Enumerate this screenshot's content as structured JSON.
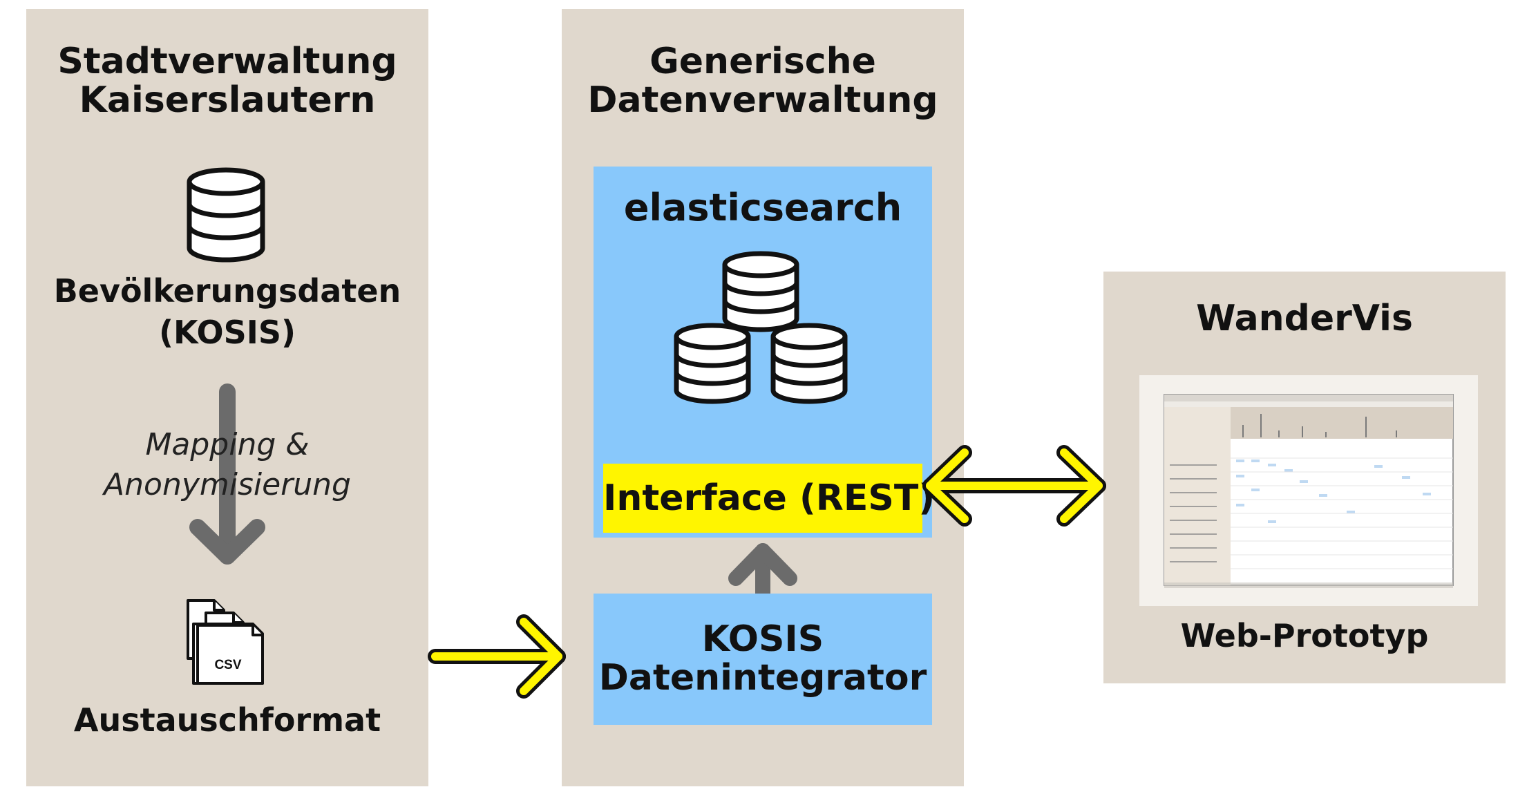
{
  "panels": {
    "left": {
      "title": "Stadtverwaltung\nKaiserslautern",
      "db_label": "Bevölkerungsdaten\n(KOSIS)",
      "mapping_label": "Mapping &\nAnonymisierung",
      "csv_text": "CSV",
      "format_label": "Austauschformat"
    },
    "middle": {
      "title": "Generische\nDatenverwaltung",
      "elastic_title": "elasticsearch",
      "interface_label": "Interface (REST)",
      "integrator_label": "KOSIS\nDatenintegrator"
    },
    "right": {
      "title": "WanderVis",
      "prototype_label": "Web-Prototyp"
    }
  },
  "icons": {
    "database": "database-icon",
    "database_cluster": "database-cluster-icon",
    "csv_files": "csv-files-icon",
    "screenshot": "web-prototype-screenshot"
  },
  "colors": {
    "panel_bg": "#e0d8cd",
    "box_blue": "#88c8fb",
    "highlight_yellow": "#fff500",
    "arrow_gray": "#6b6b6b",
    "arrow_yellow": "#fff500"
  }
}
